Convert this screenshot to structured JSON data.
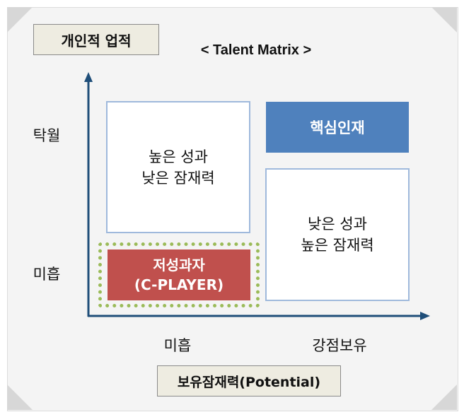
{
  "y_axis_title": "개인적 업적",
  "matrix_title": "< Talent Matrix >",
  "y_axis": {
    "high": "탁월",
    "low": "미흡"
  },
  "x_axis": {
    "low": "미흡",
    "high": "강점보유",
    "title": "보유잠재력(Potential)"
  },
  "cells": {
    "top_left": {
      "line1": "높은 성과",
      "line2": "낮은 잠재력"
    },
    "top_right": {
      "label": "핵심인재"
    },
    "bottom_left": {
      "line1": "저성과자",
      "line2": "(C-PLAYER)"
    },
    "bottom_right": {
      "line1": "낮은 성과",
      "line2": "높은 잠재력"
    }
  },
  "colors": {
    "core_talent": "#4f81bd",
    "c_player": "#c0504d",
    "c_player_outline": "#9bbb59",
    "axis": "#1f4e79",
    "cell_border": "#9fb9dc"
  }
}
